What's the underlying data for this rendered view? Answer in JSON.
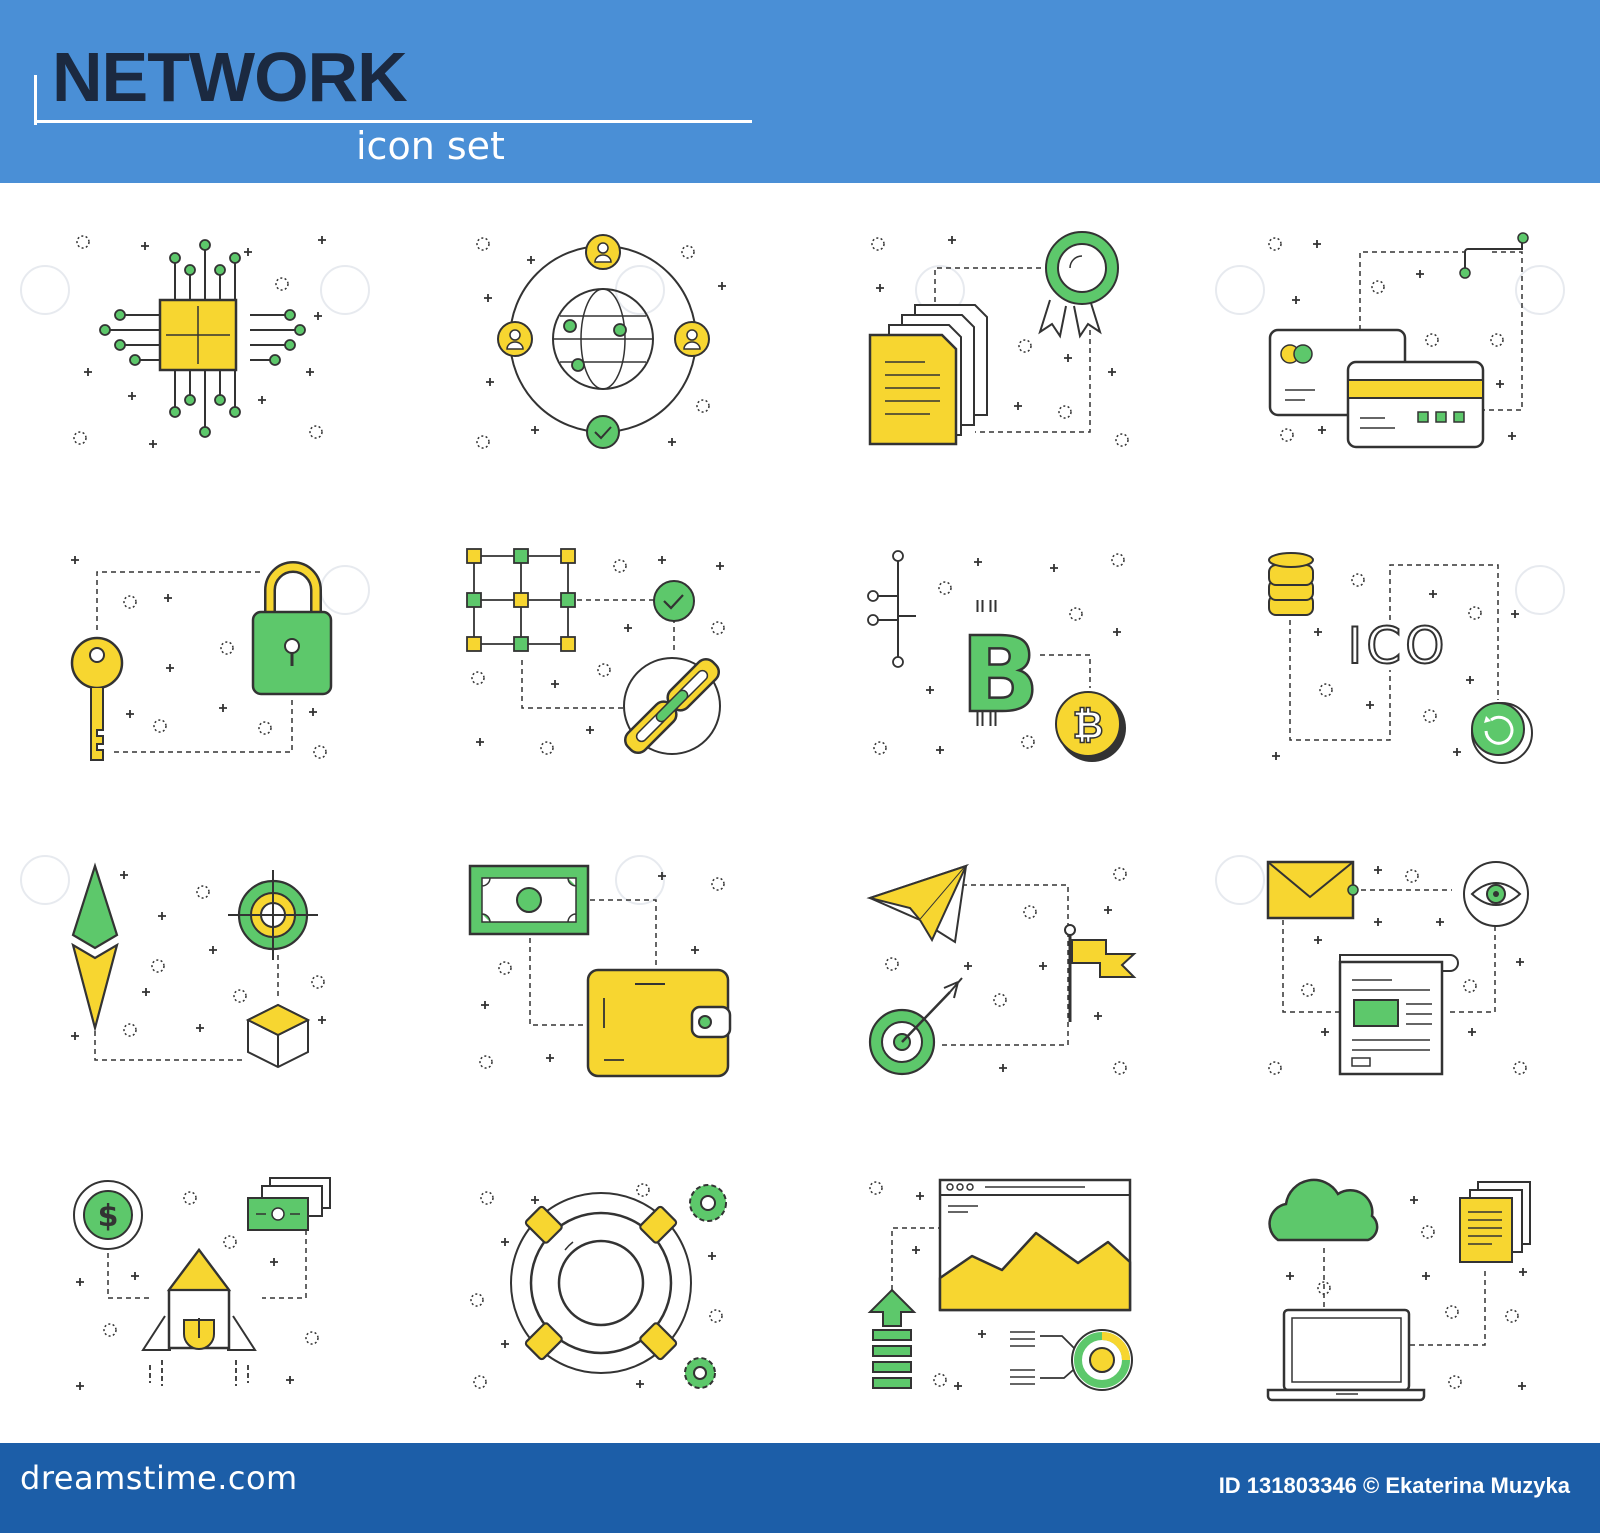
{
  "header": {
    "title": "NETWORK",
    "subtitle": "icon set"
  },
  "colors": {
    "header_bg": "#4a8fd6",
    "footer_bg": "#1c5ea8",
    "accent_yellow": "#f7d630",
    "accent_green": "#5dc86b",
    "outline": "#333333",
    "title_text": "#1b2940"
  },
  "icons": [
    {
      "name": "processor-chip-icon"
    },
    {
      "name": "global-network-users-icon"
    },
    {
      "name": "documents-certificate-icon"
    },
    {
      "name": "credit-cards-icon"
    },
    {
      "name": "key-padlock-icon"
    },
    {
      "name": "blockchain-link-icon"
    },
    {
      "name": "bitcoin-icon",
      "label": "B"
    },
    {
      "name": "ico-coins-icon",
      "label": "ICO"
    },
    {
      "name": "ethereum-target-cube-icon"
    },
    {
      "name": "money-wallet-icon"
    },
    {
      "name": "paper-plane-goal-icon"
    },
    {
      "name": "mail-newsletter-eye-icon"
    },
    {
      "name": "startup-rocket-dollar-icon",
      "label": "$"
    },
    {
      "name": "lifebuoy-support-icon"
    },
    {
      "name": "browser-chart-growth-icon"
    },
    {
      "name": "cloud-laptop-documents-icon"
    }
  ],
  "footer": {
    "logo": "dreamstime.com",
    "credit": "ID 131803346 © Ekaterina Muzyka"
  }
}
